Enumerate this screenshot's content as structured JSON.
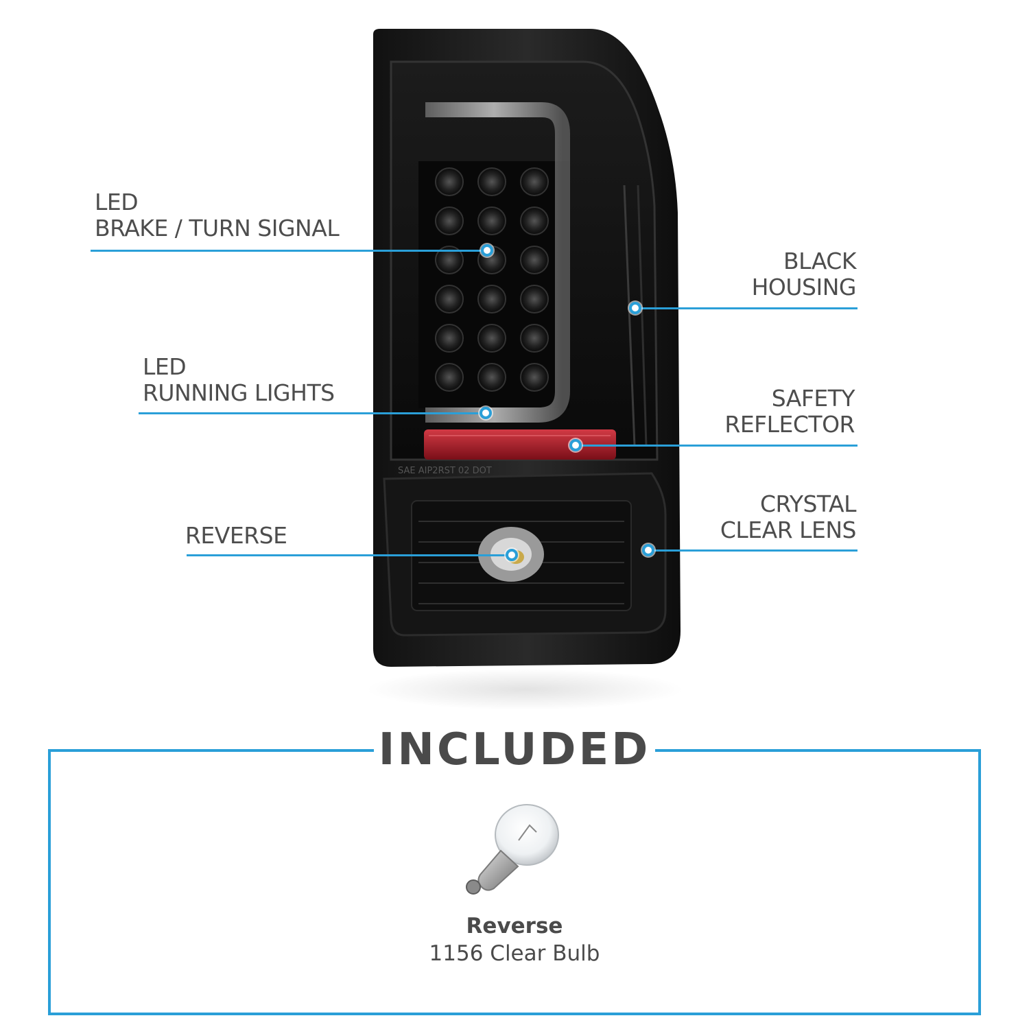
{
  "callouts": {
    "brake_turn": {
      "line1": "LED",
      "line2": "BRAKE / TURN SIGNAL"
    },
    "running": {
      "line1": "LED",
      "line2": "RUNNING LIGHTS"
    },
    "reverse": {
      "line1": "REVERSE"
    },
    "housing": {
      "line1": "BLACK",
      "line2": "HOUSING"
    },
    "reflector": {
      "line1": "SAFETY",
      "line2": "REFLECTOR"
    },
    "lens": {
      "line1": "CRYSTAL",
      "line2": "CLEAR LENS"
    }
  },
  "lens_marking": "SAE AIP2RST 02 DOT",
  "included": {
    "title": "INCLUDED",
    "item_name": "Reverse",
    "item_desc": "1156 Clear Bulb"
  },
  "colors": {
    "accent": "#2a9fd8",
    "housing": "#1a1a1a",
    "reflector": "#b0202a",
    "text": "#4a4a4a"
  }
}
